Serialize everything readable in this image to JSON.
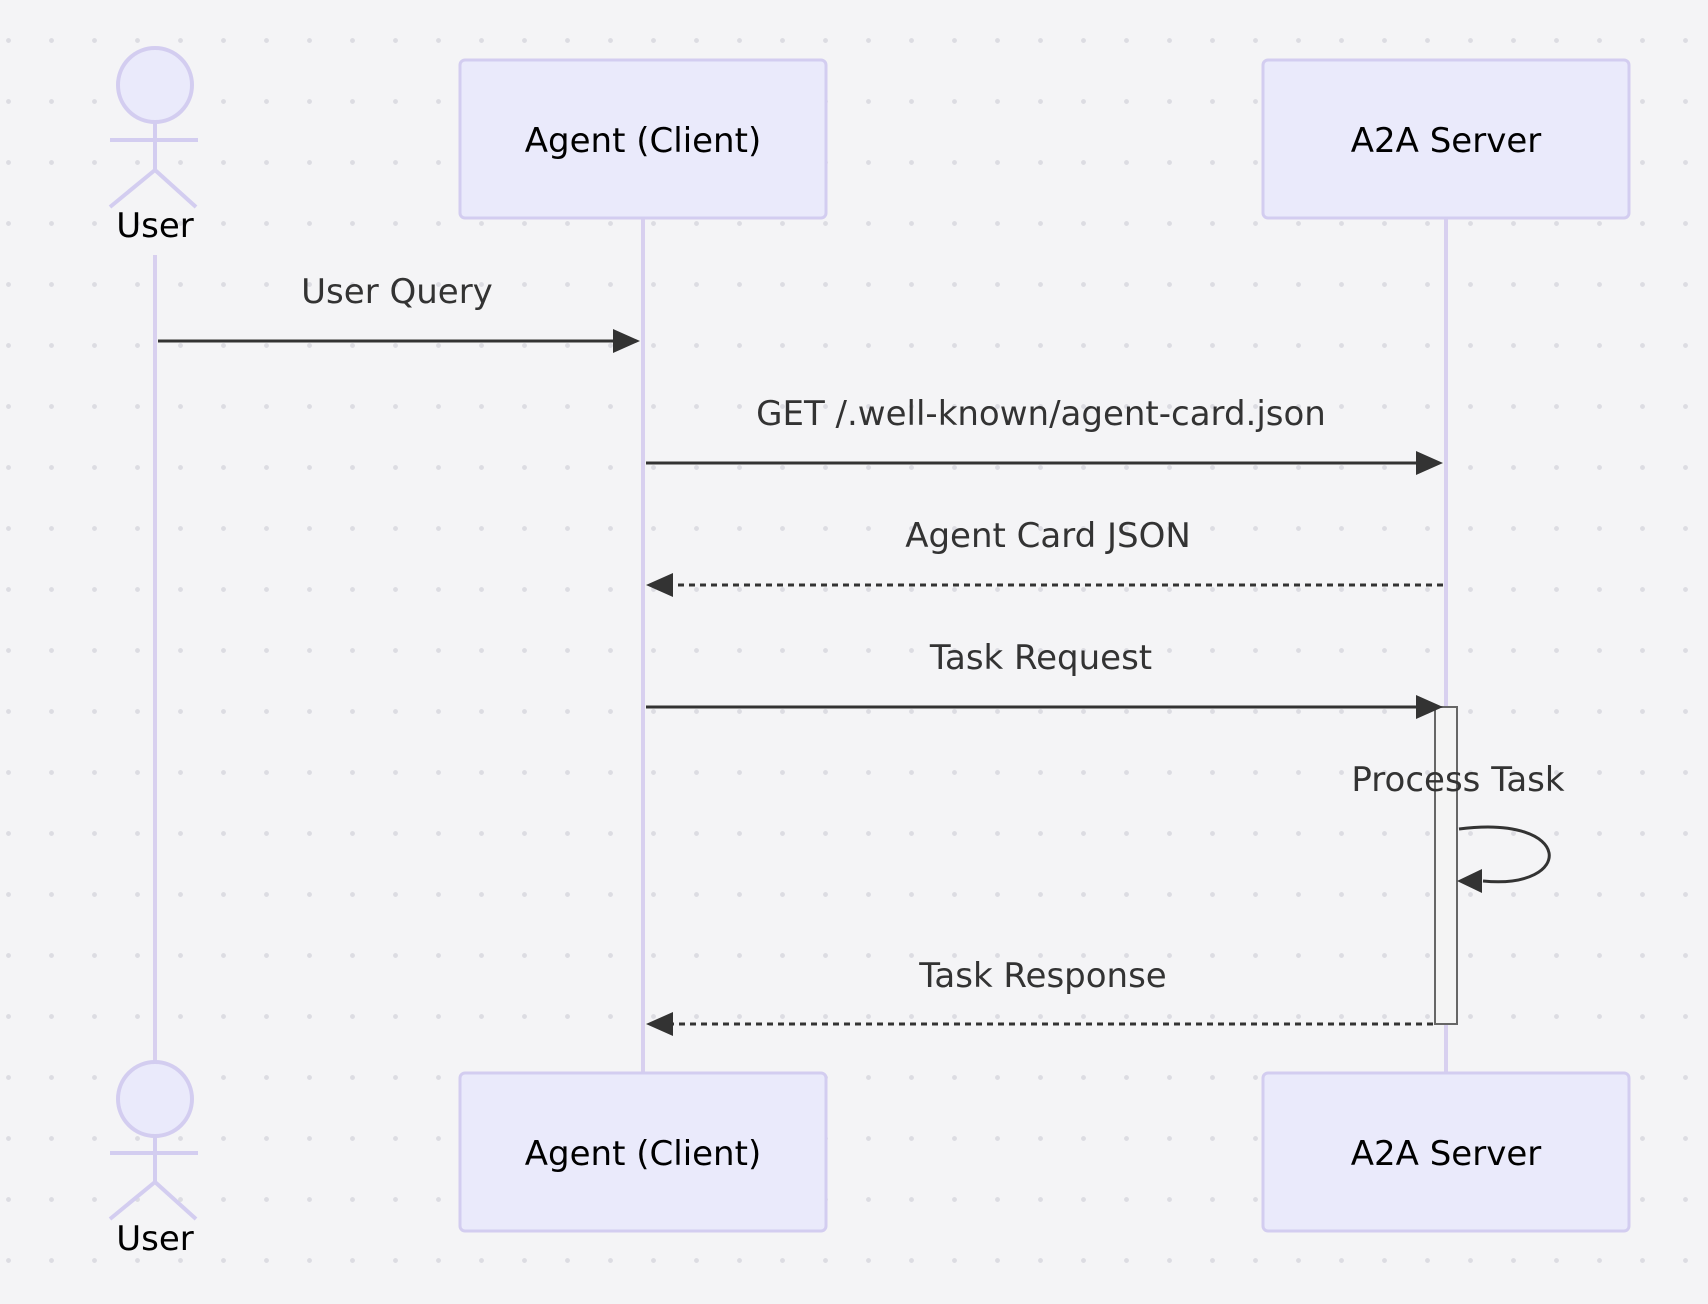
{
  "participants": {
    "user": "User",
    "client": "Agent (Client)",
    "server": "A2A Server"
  },
  "messages": [
    {
      "label": "User Query",
      "from": "user",
      "to": "client",
      "style": "solid"
    },
    {
      "label": "GET /.well-known/agent-card.json",
      "from": "client",
      "to": "server",
      "style": "solid"
    },
    {
      "label": "Agent Card JSON",
      "from": "server",
      "to": "client",
      "style": "dashed"
    },
    {
      "label": "Task Request",
      "from": "client",
      "to": "server",
      "style": "solid"
    },
    {
      "label": "Process Task",
      "from": "server",
      "to": "server",
      "style": "solid"
    },
    {
      "label": "Task Response",
      "from": "server",
      "to": "client",
      "style": "dashed"
    }
  ],
  "colors": {
    "participant_fill": "#eaeafb",
    "participant_border": "#d3cdf0",
    "lifeline": "#d8d0ef",
    "arrow": "#333333",
    "background": "#f4f4f6"
  }
}
